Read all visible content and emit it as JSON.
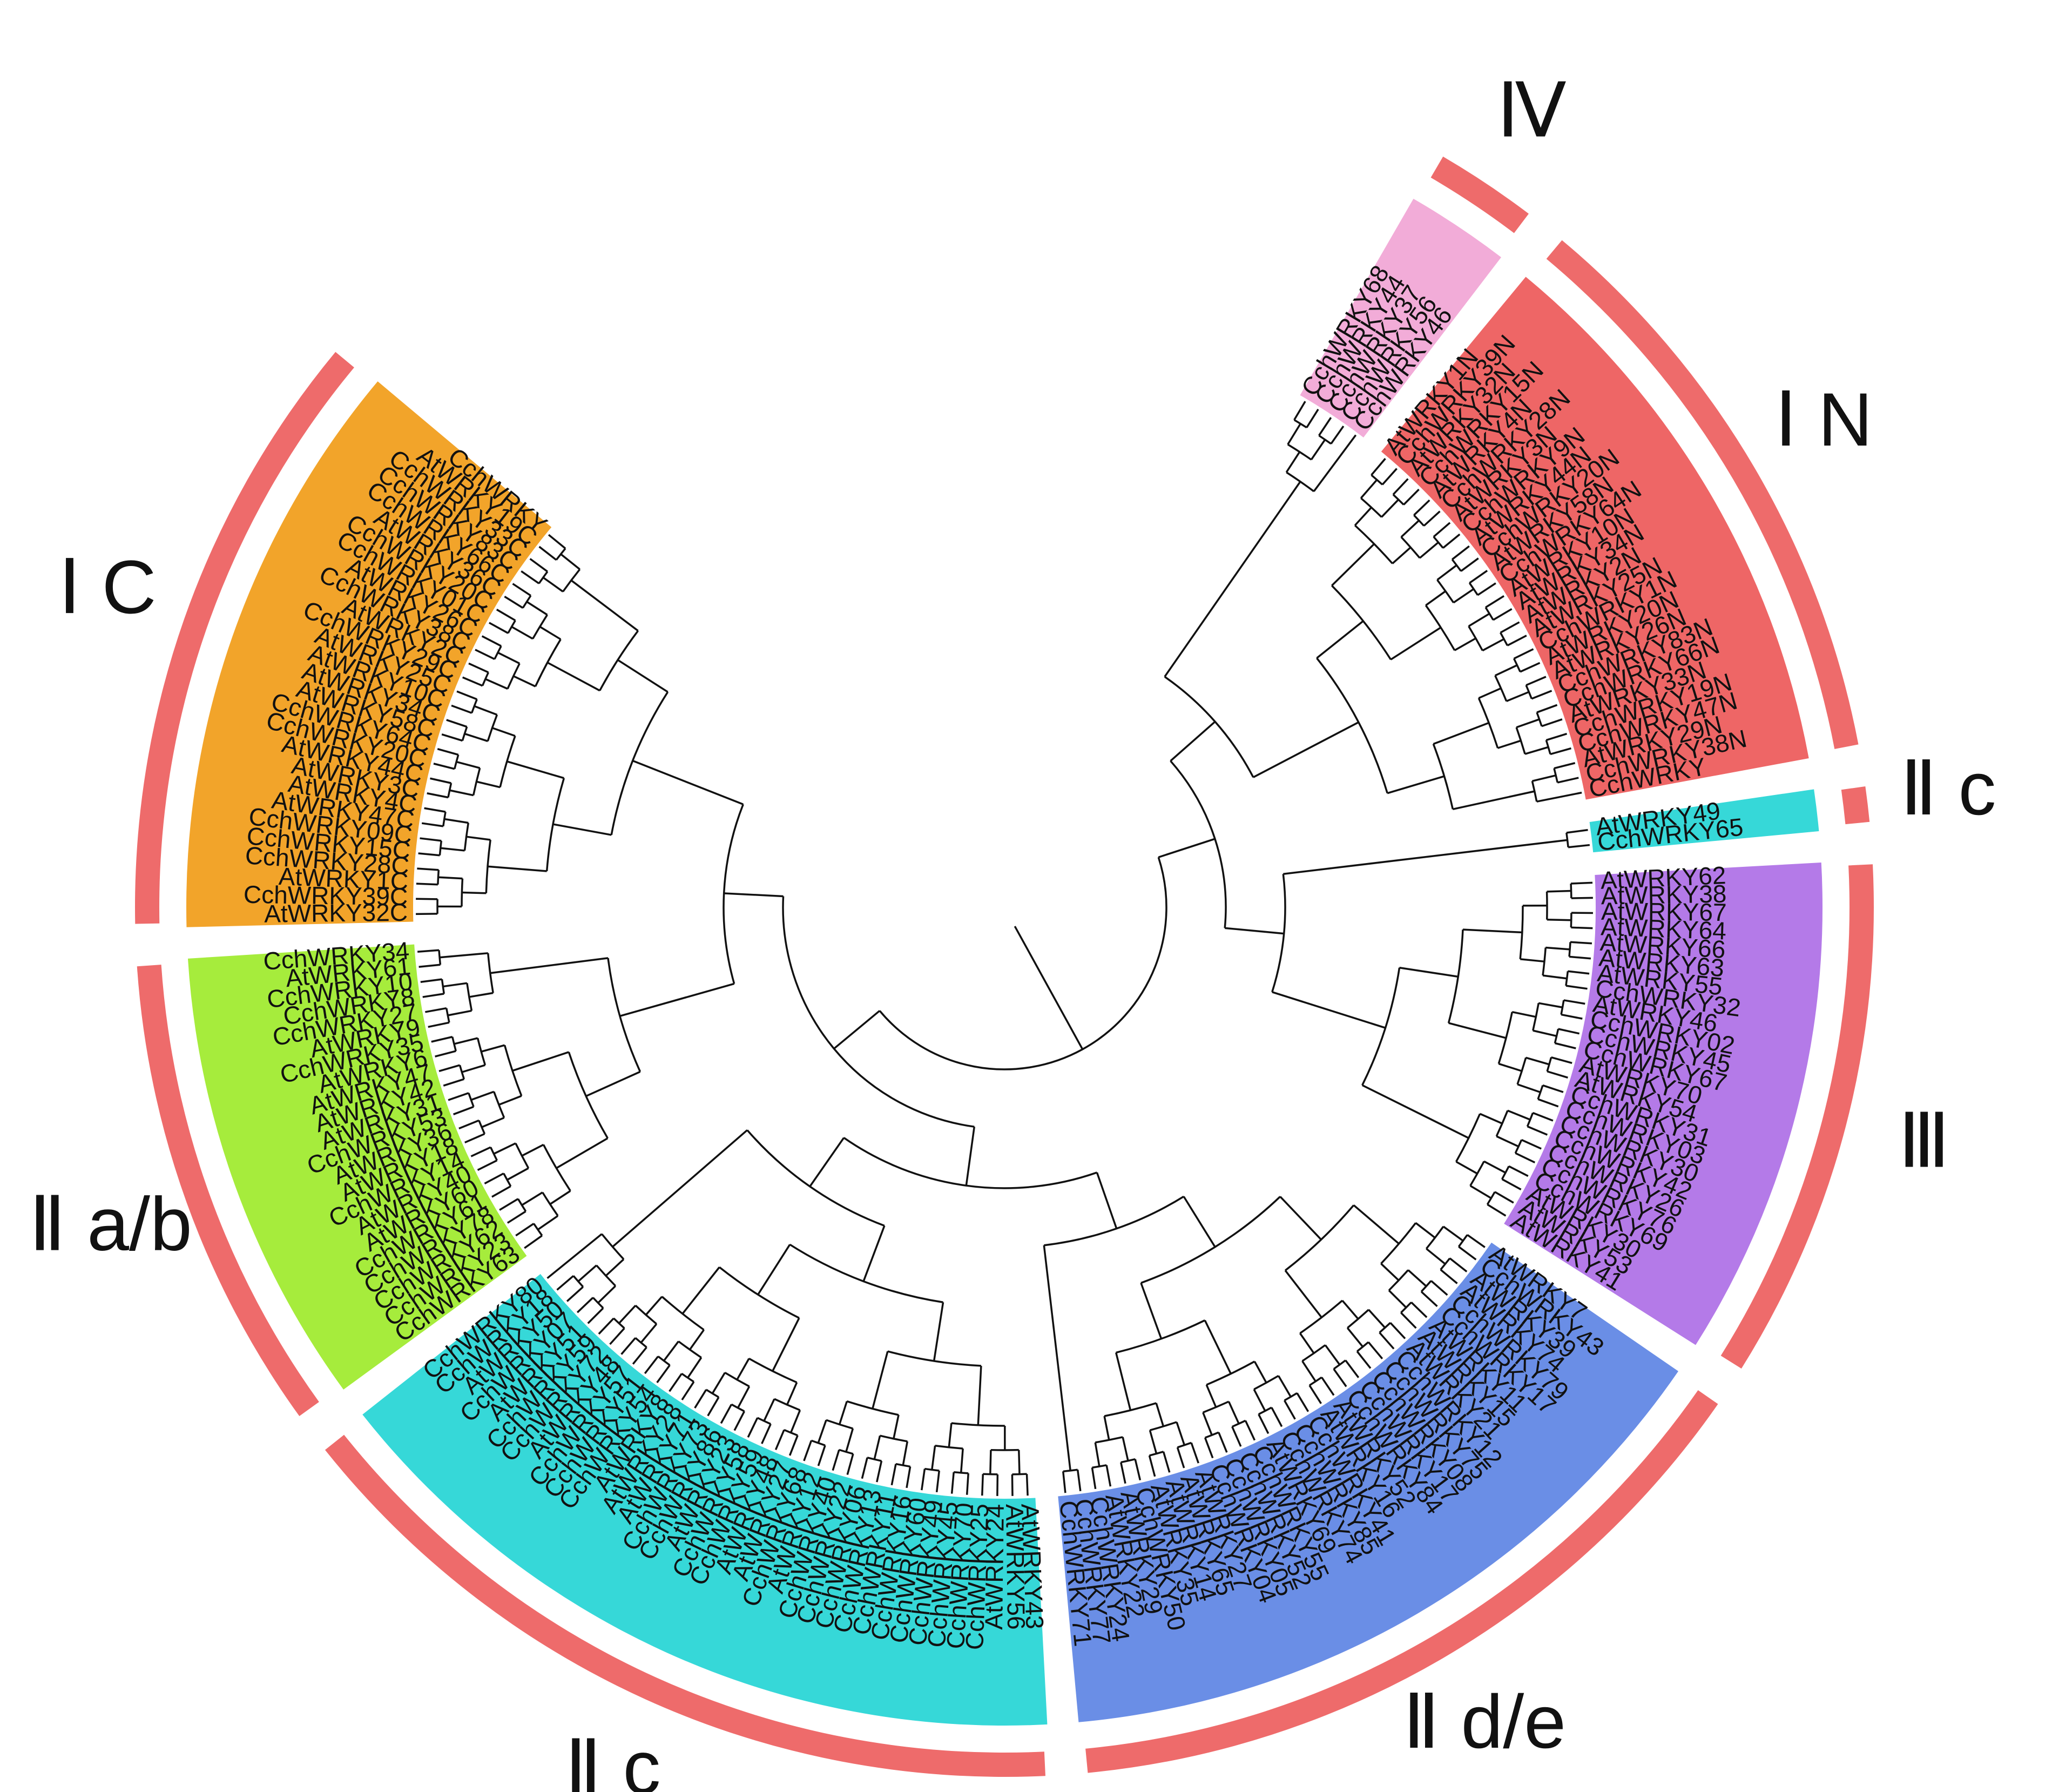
{
  "colors": {
    "outer_ring": "#ee6b6b",
    "branch": "#111111",
    "IV": "#f2acd8",
    "IN": "#ee6666",
    "IIc": "#36d8d8",
    "III": "#b47ae8",
    "IIde": "#6a8ee6",
    "IC": "#f2a42a",
    "IIab": "#a6ec3c"
  },
  "groups": [
    {
      "id": "IV",
      "label": "Ⅳ",
      "color_key": "IV",
      "leaves": [
        "CchWRKY68",
        "CchWRKY44",
        "CchWRKY37",
        "CchWRKY56",
        "CchWRKY46"
      ]
    },
    {
      "id": "IN",
      "label": "Ⅰ N",
      "color_key": "IN",
      "leaves": [
        "AtWRKY1N",
        "CchWRKY39N",
        "AtWRKY32N",
        "CchWRKY15N",
        "AtWRKY4N",
        "CchWRKY28N",
        "AtWRKY3N",
        "CchWRKY9N",
        "AtWRKY44N",
        "CchWRKY20N",
        "AtWRKY58N",
        "CchWRKY64N",
        "AtWRKY10N",
        "AtWRKY34N",
        "AtWRKY2N",
        "AtWRKY25N",
        "CchWRKY1N",
        "AtWRKY20N",
        "AtWRKY26N",
        "CchWRKY83N",
        "CchWRKY66N",
        "AtWRKY33N",
        "CchWRKY19N",
        "CchWRKY47N",
        "AtWRKY29N",
        "CchWRKY38N",
        "CchWRKY"
      ]
    },
    {
      "id": "IIc_top",
      "label": "Ⅱ c",
      "color_key": "IIc",
      "leaves": [
        "AtWRKY49",
        "CchWRKY65"
      ]
    },
    {
      "id": "III",
      "label": "Ⅲ",
      "color_key": "III",
      "leaves": [
        "AtWRKY62",
        "AtWRKY38",
        "AtWRKY67",
        "AtWRKY64",
        "AtWRKY66",
        "AtWRKY63",
        "AtWRKY55",
        "CchWRKY32",
        "AtWRKY46",
        "CchWRKY02",
        "CchWRKY45",
        "CchWRKY67",
        "AtWRKY70",
        "AtWRKY54",
        "CchWRKY31",
        "CchWRKY03",
        "CchWRKY30",
        "CchWRKY42",
        "CchWRKY26",
        "CchWRKY76",
        "CchWRKY69",
        "AtWRKY30",
        "AtWRKY53",
        "AtWRKY41"
      ]
    },
    {
      "id": "IIde",
      "label": "Ⅱ d/e",
      "color_key": "IIde",
      "leaves": [
        "AtWRKY7",
        "CchWRKY43",
        "AtWRKY39",
        "AtWRKY74",
        "CchWRKY79",
        "CchWRKY17",
        "AtWRKY11",
        "AtWRKY15",
        "AtWRKY21",
        "CchWRKY12",
        "CchWRKY75",
        "CchWRKY08",
        "CchWRKY17",
        "CchWRKY84",
        "AtWRKY52",
        "AtWRKY16",
        "CchWRKY41",
        "CchWRKY85",
        "CchWRKY74",
        "AtWRKY69",
        "CchWRKY55",
        "CchWRKY52",
        "CchWRKY05",
        "CchWRKY04",
        "AtWRKY27",
        "AtWRKY65",
        "AtWRKY14",
        "AtWRKY35",
        "CchWRKY50",
        "AtWRKY29",
        "AtWRKY22",
        "CchWRKY24",
        "CchWRKY77",
        "CchWRKY71"
      ]
    },
    {
      "id": "IIc",
      "label": "Ⅱ c",
      "color_key": "IIc",
      "leaves": [
        "AtWRKY43",
        "AtWRKY56",
        "AtWRKY24",
        "CchWRKY25",
        "CchWRKY70",
        "CchWRKY45",
        "CchWRKY49",
        "CchWRKY60",
        "CchWRKY16",
        "CchWRKY11",
        "CchWRKY13",
        "CchWRKY06",
        "CchWRKY22",
        "CchWRKY40",
        "AtWRKY12",
        "CchWRKY68",
        "AtWRKY27",
        "AtWRKY48",
        "CchWRKY59",
        "CchWRKY58",
        "AtWRKY23",
        "CchWRKY86",
        "CchWRKY73",
        "AtWRKY71",
        "AtWRKY28",
        "AtWRKY8",
        "CchWRKY54",
        "CchWRKY51",
        "CchWRKY57",
        "AtWRKY48",
        "CchWRKY72",
        "CchWRKY59",
        "AtWRKY51",
        "CchWRKY07",
        "AtWRKY50",
        "CchWRKY18",
        "CchWRKY80"
      ]
    },
    {
      "id": "IIab",
      "label": "Ⅱ a/b",
      "color_key": "IIab",
      "leaves": [
        "CchWRKY63",
        "CchWRKY23",
        "CchWRKY62",
        "CchWRKY78",
        "CchWRKY61",
        "AtWRKY60",
        "AtWRKY40",
        "CchWRKY14",
        "AtWRKY18",
        "AtWRKY36",
        "CchWRKY53",
        "AtWRKY31",
        "AtWRKY42",
        "AtWRKY47",
        "AtWRKY6",
        "CchWRKY35",
        "AtWRKY9",
        "CchWRKY27",
        "CchWRKY8",
        "CchWRKY10",
        "AtWRKY61",
        "CchWRKY34"
      ]
    },
    {
      "id": "IC",
      "label": "Ⅰ C",
      "color_key": "IC",
      "leaves": [
        "AtWRKY32C",
        "CchWRKY39C",
        "AtWRKY1C",
        "CchWRKY28C",
        "CchWRKY15C",
        "CchWRKY09C",
        "AtWRKY47C",
        "AtWRKY4C",
        "AtWRKY3C",
        "AtWRKY44C",
        "CchWRKY20C",
        "CchWRKY64C",
        "AtWRKY58C",
        "AtWRKY34C",
        "AtWRKY10C",
        "AtWRKY25C",
        "CchWRKY29C",
        "AtWRKY2C",
        "CchWRKY38C",
        "AtWRKY26C",
        "CchWRKY01C",
        "CchWRKY20C",
        "AtWRKY36C",
        "CchWRKY66C",
        "CchWRKY83C",
        "CchWRKY33C",
        "AtWRKY19C",
        "CchWRKY"
      ]
    }
  ]
}
